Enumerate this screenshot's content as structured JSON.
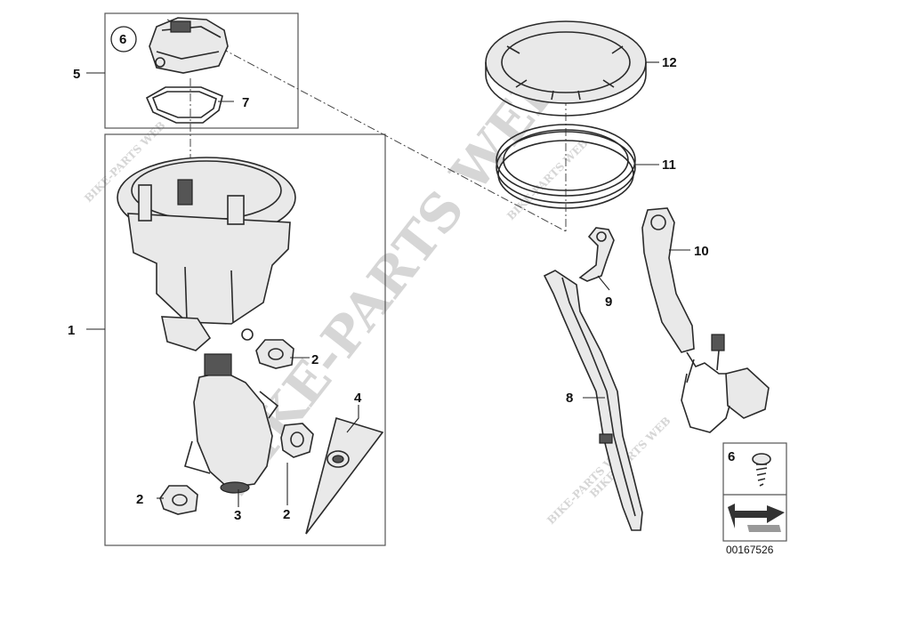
{
  "watermarks": {
    "main": "BIKE-PARTS WEB",
    "small_top_left": "BIKE-PARTS WEB",
    "small_top_right": "BIKE-PARTS WEB",
    "small_middle": "BIKE-PARTS WEB",
    "small_bottom_right": "BIKE-PARTS WEB"
  },
  "callouts": {
    "c1": "1",
    "c2a": "2",
    "c2b": "2",
    "c2c": "2",
    "c3": "3",
    "c4": "4",
    "c5": "5",
    "c6": "6",
    "c7": "7",
    "c8": "8",
    "c9": "9",
    "c10": "10",
    "c11": "11",
    "c12": "12",
    "c6b": "6"
  },
  "diagram_number": "00167526",
  "icons": [
    "fuel-pump-assembly",
    "pump-cover",
    "gasket",
    "retaining-ring",
    "sealing-ring",
    "fuel-level-sensor",
    "clip",
    "screw-icon",
    "arrow-icon"
  ]
}
